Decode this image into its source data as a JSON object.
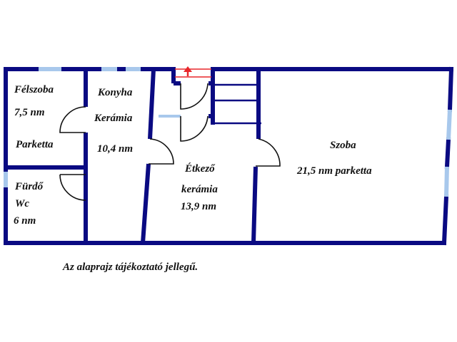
{
  "colors": {
    "wall": "#0a0a82",
    "window": "#a8c8ec",
    "door": "#111111",
    "entrance_marker": "#e8262a",
    "background": "#ffffff"
  },
  "rooms": [
    {
      "id": "felszoba",
      "name": "Félszoba",
      "area": "7,5 nm",
      "floor": "Parketta"
    },
    {
      "id": "konyha",
      "name": "Konyha",
      "floor": "Kerámia",
      "area": "10,4 nm"
    },
    {
      "id": "furdo",
      "name": "Fürdő",
      "name2": "Wc",
      "area": "6 nm"
    },
    {
      "id": "etkezo",
      "name": "Étkező",
      "floor": "kerámia",
      "area": "13,9 nm"
    },
    {
      "id": "szoba",
      "name": "Szoba",
      "area_floor": "21,5 nm parketta"
    }
  ],
  "caption": "Az alaprajz tájékoztató jellegű.",
  "icons": {
    "entrance": "arrow-up-icon"
  }
}
